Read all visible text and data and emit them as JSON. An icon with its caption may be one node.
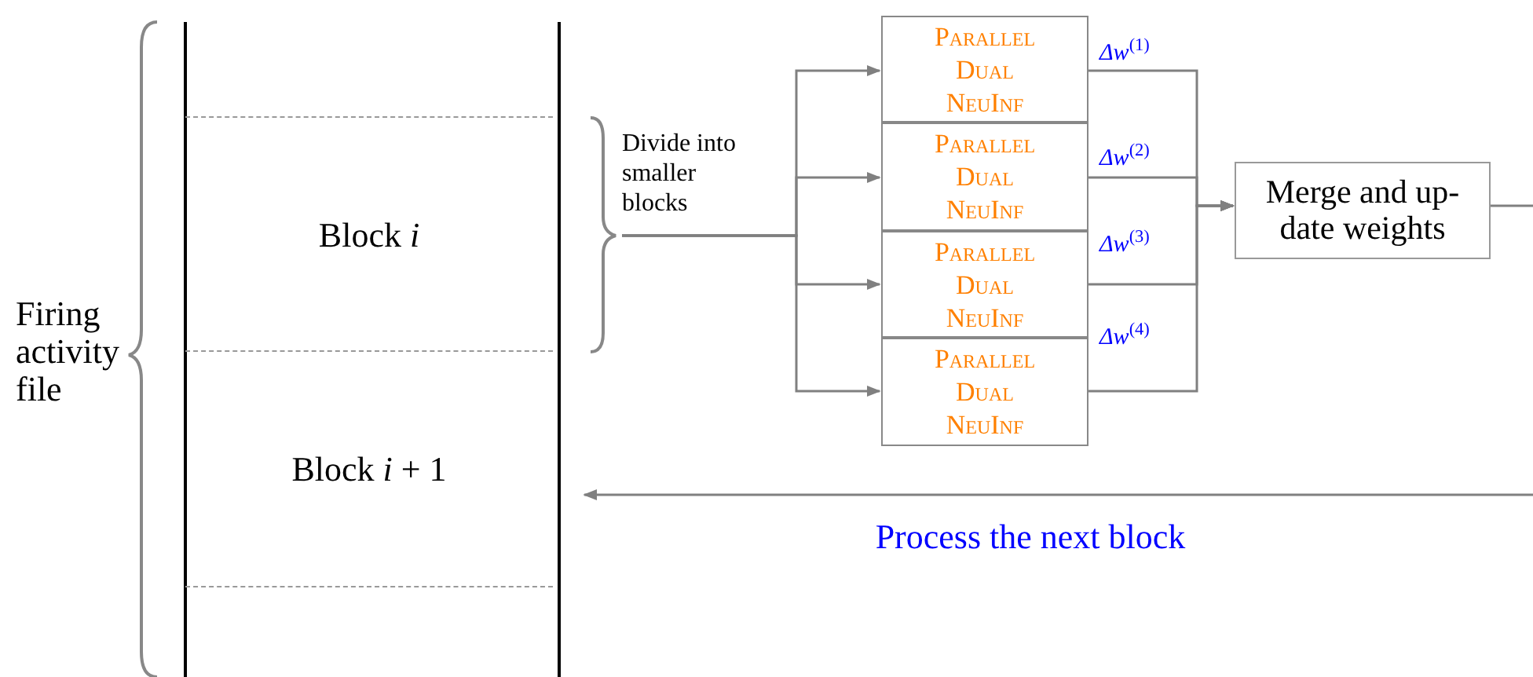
{
  "diagram": {
    "nodes": [
      {
        "text": [],
        "shape": "box",
        "beside": [
          "Firing activity file"
        ]
      },
      {
        "text": [
          "Block *i*"
        ],
        "in": 0
      },
      {
        "text": [
          "Block *i* + 1"
        ],
        "in": 0
      },
      {
        "text": [
          "Divide into smaller blocks"
        ]
      },
      {
        "text": [
          "Parallel Dual NeuInf"
        ]
      },
      {
        "text": [
          "Parallel Dual NeuInf"
        ]
      },
      {
        "text": [
          "Parallel Dual NeuInf"
        ]
      },
      {
        "text": [
          "Parallel Dual NeuInf"
        ]
      },
      {
        "text": [
          "Merge and up-date weights"
        ]
      }
    ],
    "edges": [
      {
        "from": 3,
        "to": 4,
        "arrow": "to"
      },
      {
        "from": 3,
        "to": 5,
        "arrow": "to"
      },
      {
        "from": 3,
        "to": 6,
        "arrow": "to"
      },
      {
        "from": 3,
        "to": 7,
        "arrow": "to"
      },
      {
        "from": 4,
        "to": 8,
        "arrow": "to",
        "label": "*Δw*$^{(1)}$"
      },
      {
        "from": 5,
        "to": 8,
        "arrow": "to",
        "label": "*Δw*$^{(2)}$"
      },
      {
        "from": 6,
        "to": 8,
        "arrow": "to",
        "label": "*Δw*$^{(3)}$"
      },
      {
        "from": 7,
        "to": 8,
        "arrow": "to",
        "label": "*Δw*$^{(4)}$"
      },
      {
        "from": 8,
        "to": 2,
        "arrow": "to",
        "label": "Process the next block"
      }
    ]
  }
}
